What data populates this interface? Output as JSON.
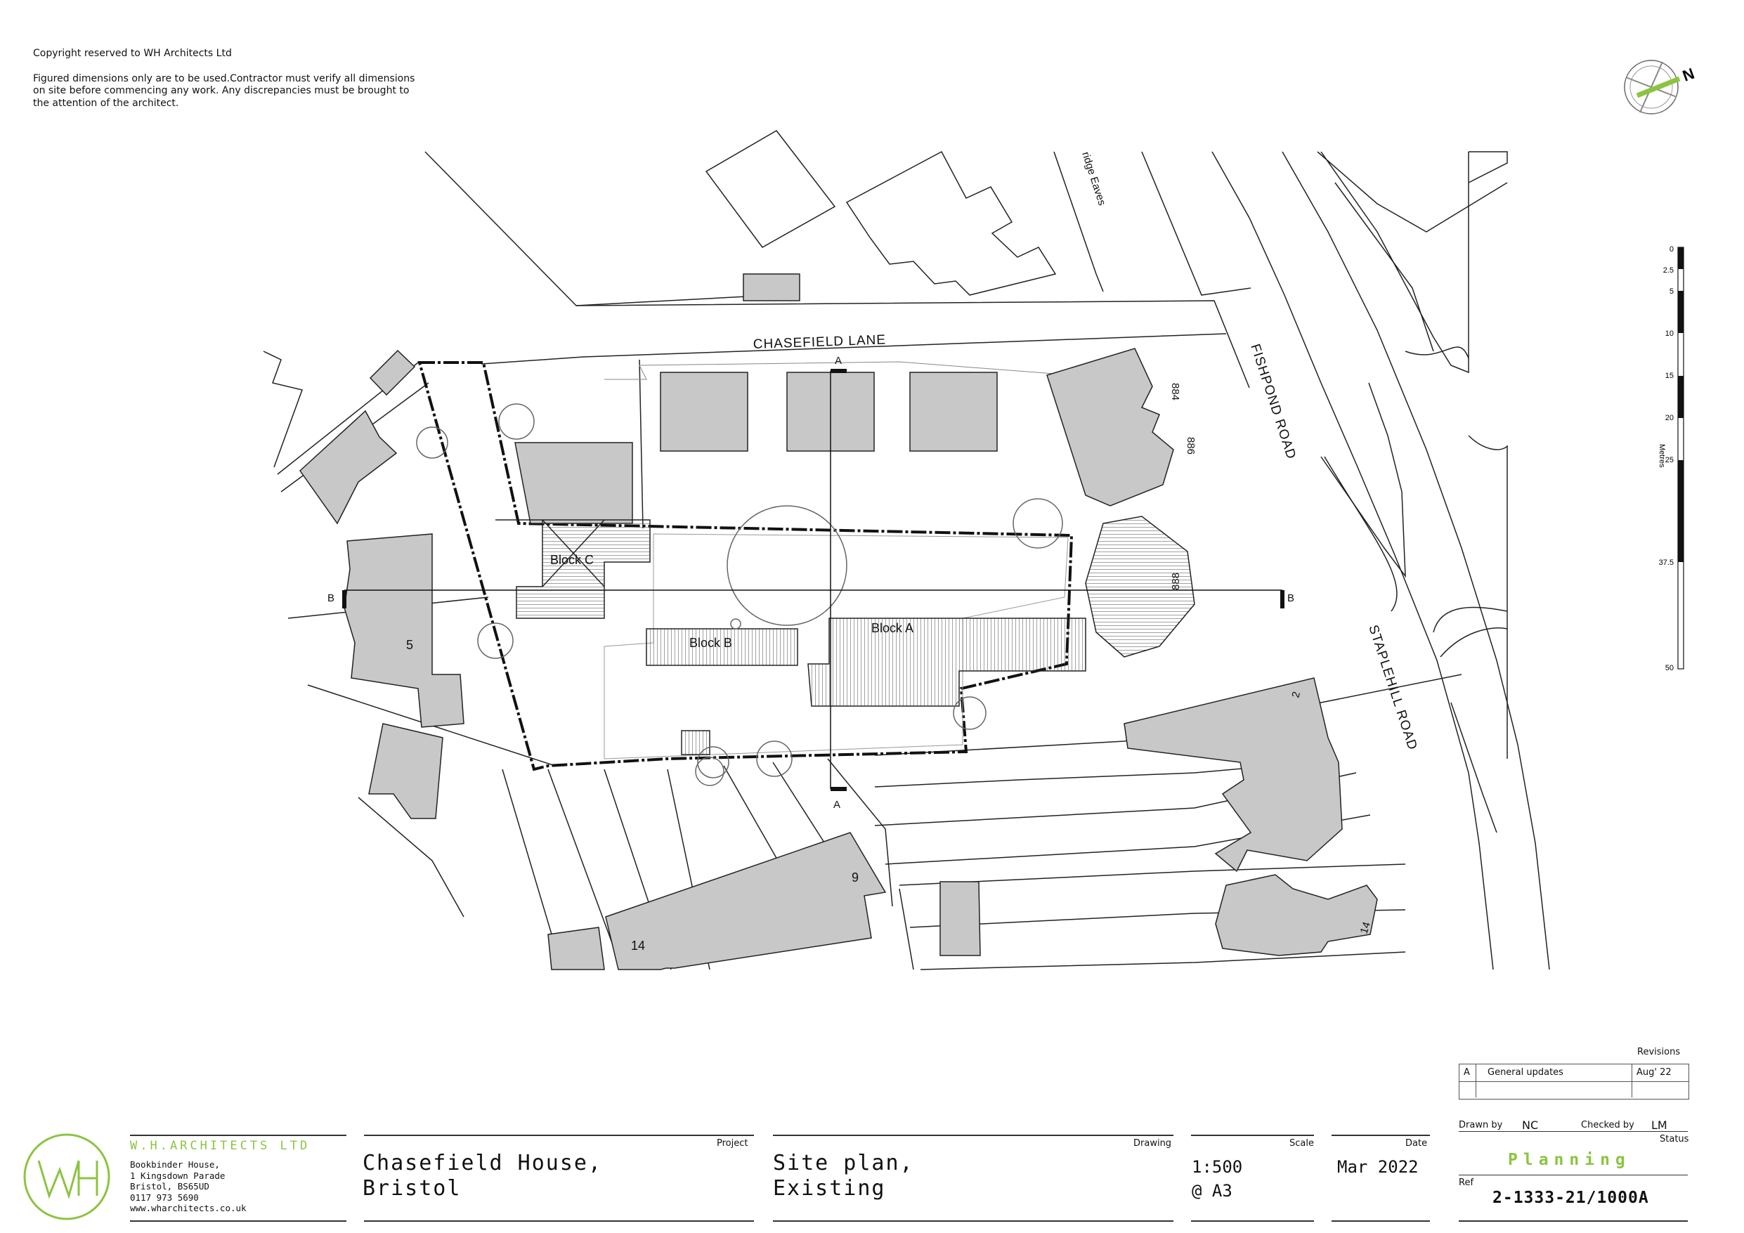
{
  "notes": {
    "copyright": "Copyright reserved to WH Architects Ltd",
    "disclaimer": "Figured dimensions only are to be used.Contractor must verify all dimensions on site before commencing any work. Any discrepancies must be brought to the attention of the architect."
  },
  "north_arrow": {
    "label": "N"
  },
  "scale_bar": {
    "unit": "Metres",
    "ticks": [
      "0",
      "2.5",
      "5",
      "10",
      "15",
      "20",
      "25",
      "37.5",
      "50"
    ]
  },
  "plan_labels": {
    "roads": {
      "chasefield_lane": "CHASEFIELD LANE",
      "fishpond_road": "FISHPOND ROAD",
      "staplehill_road": "STAPLEHILL ROAD"
    },
    "blocks": {
      "a": "Block A",
      "b": "Block B",
      "c": "Block C"
    },
    "section_markers": {
      "a": "A",
      "b": "B"
    },
    "house_numbers": [
      "884",
      "886",
      "888",
      "5",
      "2",
      "9",
      "14",
      "14"
    ],
    "ridge_eaves": "ridge Eaves"
  },
  "firm": {
    "logo_text": "WH",
    "name": "W.H.ARCHITECTS LTD",
    "address_lines": [
      "Bookbinder House,",
      "1 Kingsdown Parade",
      "Bristol, BS65UD",
      "0117 973 5690",
      "www.wharchitects.co.uk"
    ]
  },
  "title_block": {
    "project_label": "Project",
    "project_lines": [
      "Chasefield House,",
      "Bristol"
    ],
    "drawing_label": "Drawing",
    "drawing_lines": [
      "Site plan,",
      "Existing"
    ],
    "scale_label": "Scale",
    "scale_lines": [
      "1:500",
      "@ A3"
    ],
    "date_label": "Date",
    "date_value": "Mar 2022"
  },
  "revisions": {
    "heading": "Revisions",
    "rows": [
      {
        "rev": "A",
        "description": "General updates",
        "date": "Aug' 22"
      }
    ],
    "drawn_by_label": "Drawn by",
    "drawn_by": "NC",
    "checked_by_label": "Checked by",
    "checked_by": "LM",
    "status_label": "Status",
    "status": "Planning",
    "ref_label": "Ref",
    "ref": "2-1333-21/1000A"
  },
  "colors": {
    "accent": "#8cc43f",
    "building_fill": "#c8c8c8",
    "line": "#222222"
  }
}
